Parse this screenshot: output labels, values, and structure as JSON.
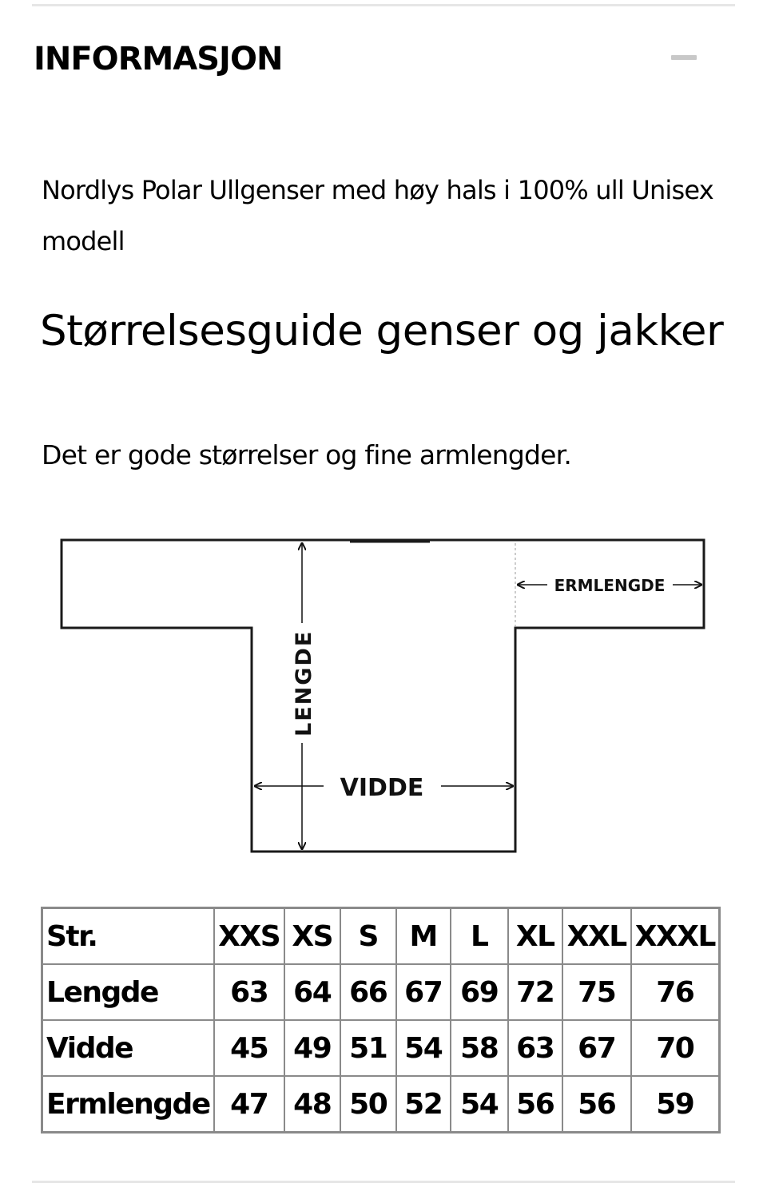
{
  "section": {
    "title": "INFORMASJON",
    "collapse_icon": "minus-icon"
  },
  "description": "Nordlys Polar Ullgenser med høy hals i 100% ull Unisex modell",
  "size_guide": {
    "title": "Størrelsesguide genser og jakker",
    "subtitle": "Det er gode størrelser og fine armlengder."
  },
  "diagram": {
    "labels": {
      "length": "LENGDE",
      "width": "VIDDE",
      "sleeve_length": "ERMLENGDE"
    }
  },
  "table": {
    "header": [
      "Str.",
      "XXS",
      "XS",
      "S",
      "M",
      "L",
      "XL",
      "XXL",
      "XXXL"
    ],
    "rows": [
      [
        "Lengde",
        "63",
        "64",
        "66",
        "67",
        "69",
        "72",
        "75",
        "76"
      ],
      [
        "Vidde",
        "45",
        "49",
        "51",
        "54",
        "58",
        "63",
        "67",
        "70"
      ],
      [
        "Ermlengde",
        "47",
        "48",
        "50",
        "52",
        "54",
        "56",
        "56",
        "59"
      ]
    ]
  }
}
